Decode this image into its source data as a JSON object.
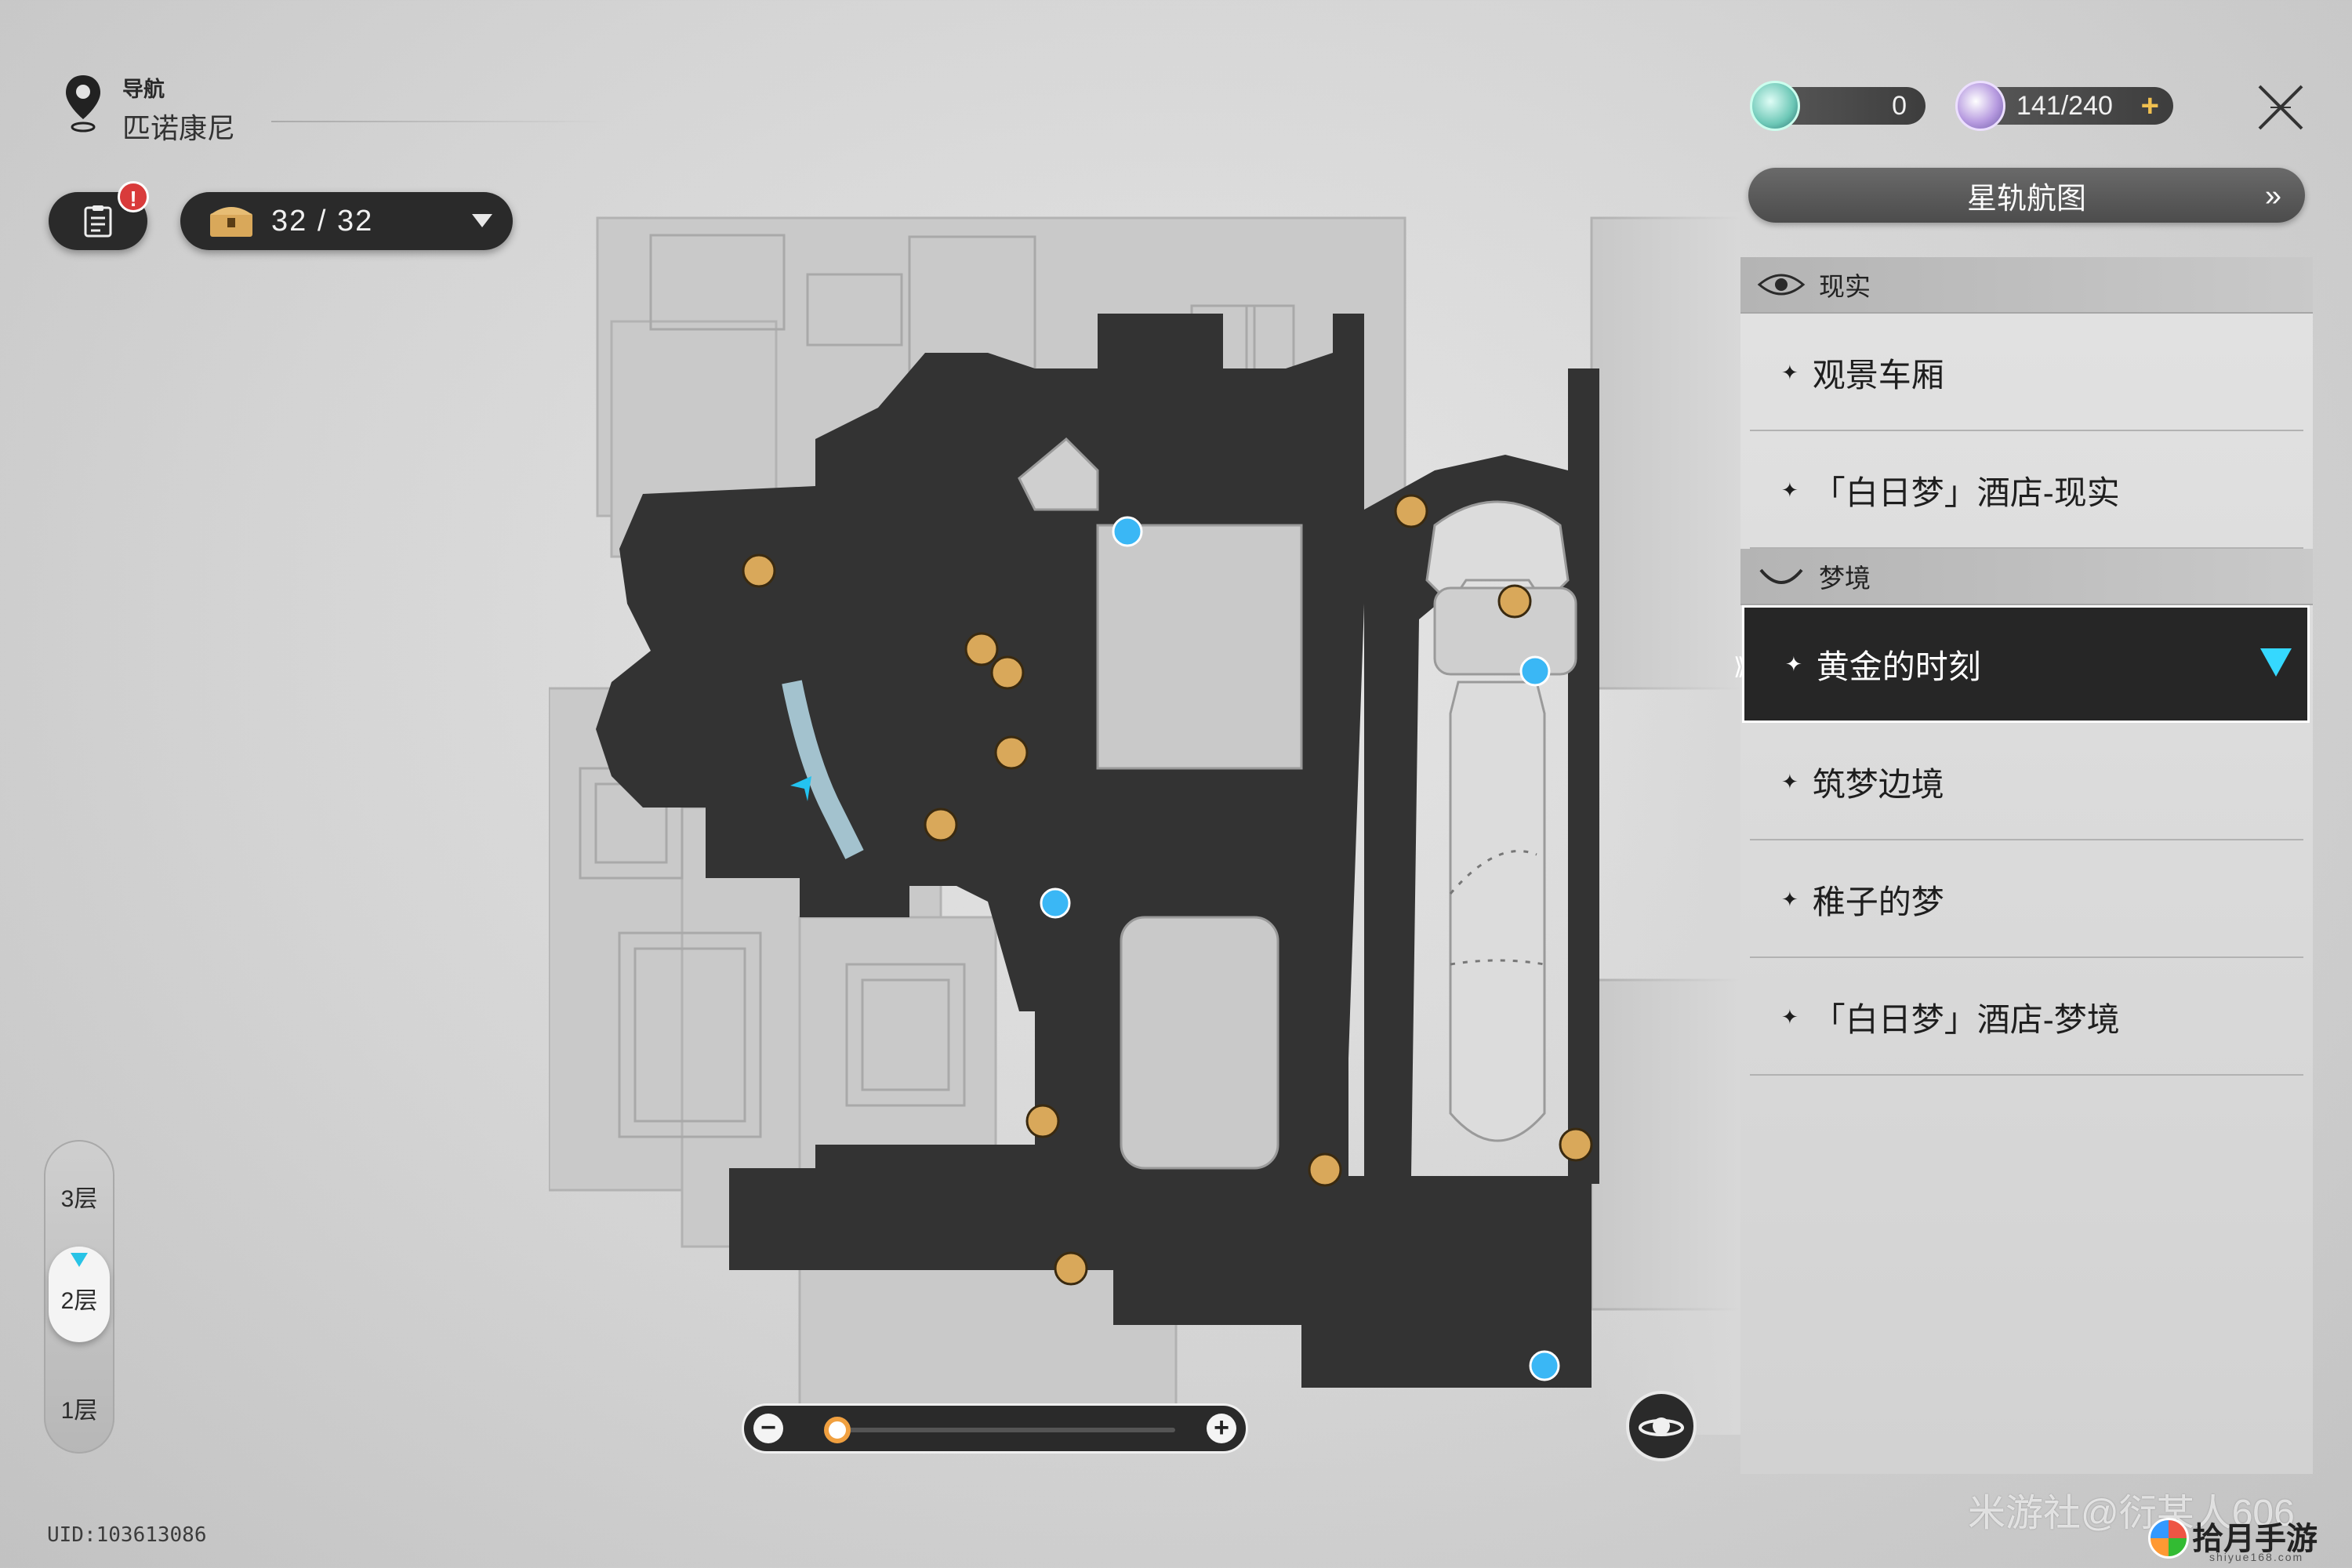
{
  "navigation": {
    "label": "导航",
    "location": "匹诺康尼"
  },
  "quest": {
    "badge": "!"
  },
  "chests": {
    "count": "32 / 32"
  },
  "currency": {
    "primary": "0",
    "secondary": "141/240",
    "add_label": "+"
  },
  "star_rail_map": {
    "label": "星轨航图"
  },
  "sections": [
    {
      "title": "现实",
      "items": [
        "观景车厢",
        "「白日梦」酒店-现实"
      ]
    },
    {
      "title": "梦境",
      "items": [
        "黄金的时刻",
        "筑梦边境",
        "稚子的梦",
        "「白日梦」酒店-梦境"
      ]
    }
  ],
  "active_area": "黄金的时刻",
  "floors": [
    "3层",
    "2层",
    "1层"
  ],
  "current_floor": "2层",
  "zoom": {
    "minus": "−",
    "plus": "+",
    "level": 0.02
  },
  "uid": "UID:103613086",
  "watermarks": {
    "mys": "米游社@衍某人606",
    "site": "拾月手游网",
    "site_url": "shiyue168.com"
  },
  "colors": {
    "accent_cyan": "#35d8ff",
    "marker_gold": "#d9a85a",
    "dark_panel": "#2a2a2a",
    "badge_red": "#d93b3b"
  },
  "icons": [
    "map-pin-icon",
    "quest-list-icon",
    "treasure-chest-icon",
    "close-icon",
    "eye-icon",
    "dream-icon",
    "space-anchor-icon",
    "player-arrow-icon",
    "orbit-icon"
  ]
}
